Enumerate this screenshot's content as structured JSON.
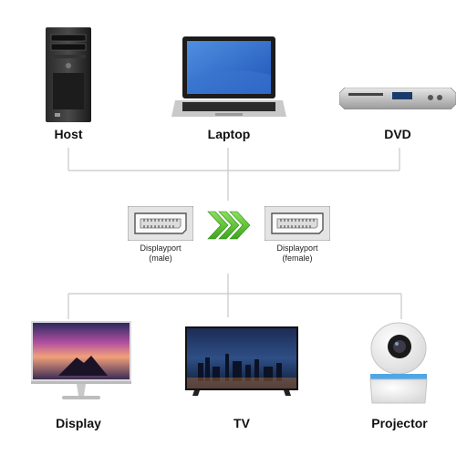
{
  "sources": [
    {
      "name": "Host",
      "icon": "desktop-tower-icon"
    },
    {
      "name": "Laptop",
      "icon": "laptop-icon"
    },
    {
      "name": "DVD",
      "icon": "dvd-player-icon"
    }
  ],
  "adapter": {
    "male_label": "Displayport",
    "male_sub": "(male)",
    "female_label": "Displayport",
    "female_sub": "(female)",
    "arrow_color": "#5cc233"
  },
  "outputs": [
    {
      "name": "Display",
      "icon": "monitor-icon"
    },
    {
      "name": "TV",
      "icon": "tv-icon"
    },
    {
      "name": "Projector",
      "icon": "projector-icon"
    }
  ]
}
